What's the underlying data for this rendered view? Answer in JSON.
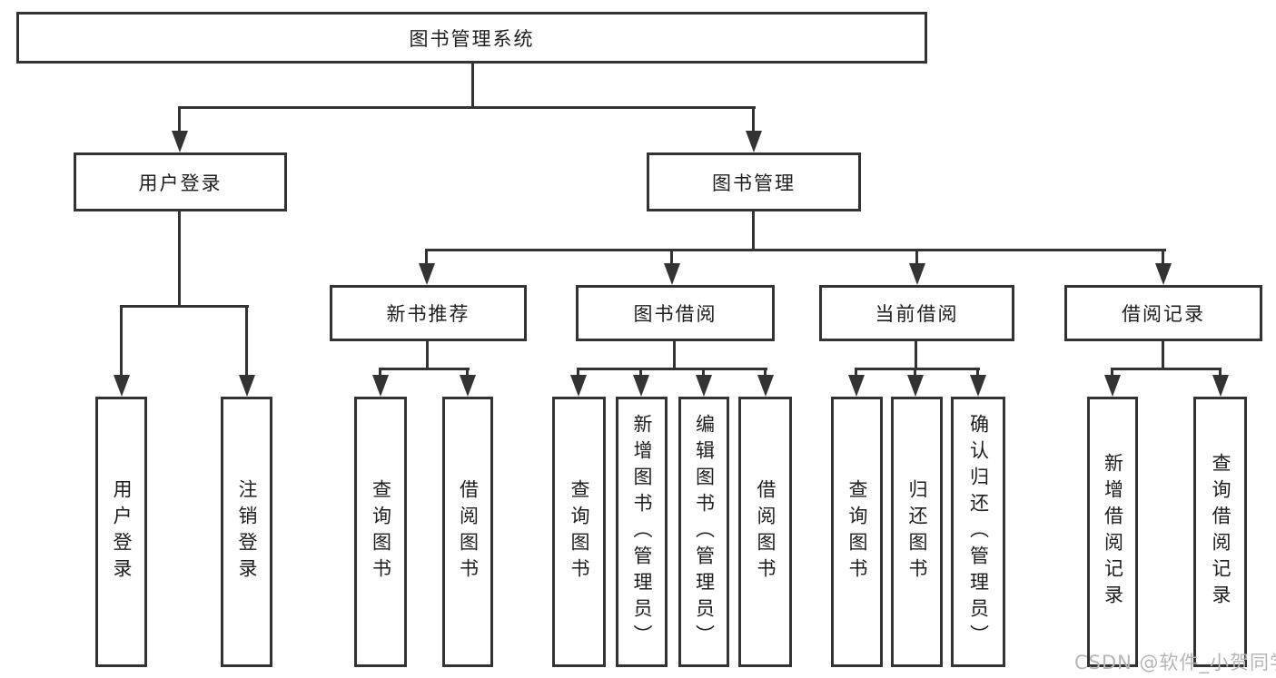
{
  "diagram_title": "图书管理系统",
  "tree": {
    "label": "图书管理系统",
    "children": [
      {
        "label": "用户登录",
        "children": [
          {
            "label": "用户登录"
          },
          {
            "label": "注销登录"
          }
        ]
      },
      {
        "label": "图书管理",
        "children": [
          {
            "label": "新书推荐",
            "children": [
              {
                "label": "查询图书"
              },
              {
                "label": "借阅图书"
              }
            ]
          },
          {
            "label": "图书借阅",
            "children": [
              {
                "label": "查询图书"
              },
              {
                "label": "新增图书（管理员）"
              },
              {
                "label": "编辑图书（管理员）"
              },
              {
                "label": "借阅图书"
              }
            ]
          },
          {
            "label": "当前借阅",
            "children": [
              {
                "label": "查询图书"
              },
              {
                "label": "归还图书"
              },
              {
                "label": "确认归还（管理员）"
              }
            ]
          },
          {
            "label": "借阅记录",
            "children": [
              {
                "label": "新增借阅记录"
              },
              {
                "label": "查询借阅记录"
              }
            ]
          }
        ]
      }
    ]
  },
  "watermark": "CSDN @软件_小贺同学",
  "colors": {
    "line_color": "#333333",
    "text_color": "#1d1d1d",
    "box_bg": "#ffffff",
    "page_bg": "#ffffff",
    "watermark_color": "#b5b5b5"
  }
}
